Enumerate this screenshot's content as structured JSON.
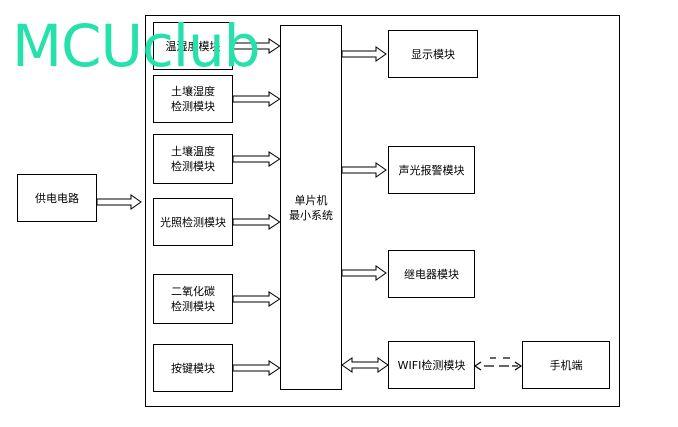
{
  "watermark": "MCUclub",
  "left": {
    "power": "供电电路"
  },
  "sensors": [
    {
      "label": "温湿度模块"
    },
    {
      "label": "土壤湿度\n检测模块"
    },
    {
      "label": "土壤温度\n检测模块"
    },
    {
      "label": "光照检测模块"
    },
    {
      "label": "二氧化碳\n检测模块"
    },
    {
      "label": "按键模块"
    }
  ],
  "mcu": "单片机\n最小系统",
  "outputs": [
    {
      "label": "显示模块"
    },
    {
      "label": "声光报警模块"
    },
    {
      "label": "继电器模块"
    },
    {
      "label": "WIFI检测模块"
    }
  ],
  "phone": "手机端",
  "colors": {
    "watermark": "#27e1ad",
    "line": "#000000"
  }
}
